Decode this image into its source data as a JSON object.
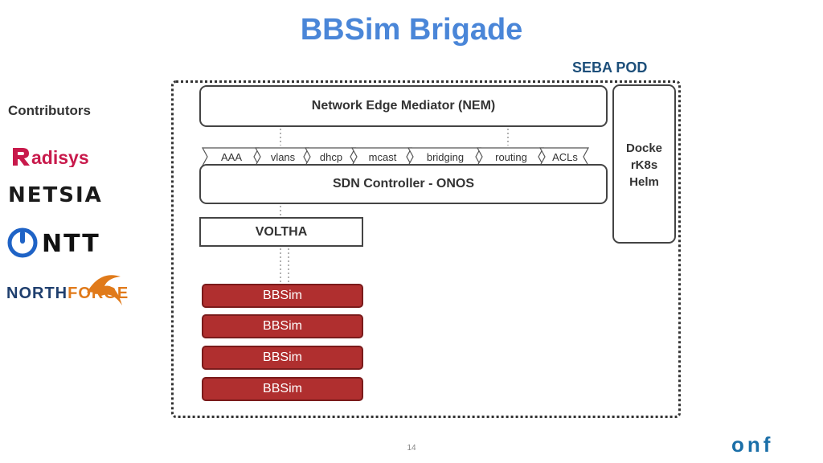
{
  "title": "BBSim Brigade",
  "pod_label": "SEBA POD",
  "contributors": {
    "heading": "Contributors",
    "radisys": "Radisys",
    "netsia": "NETSIA",
    "ntt": "NTT",
    "northforge_a": "NORTH",
    "northforge_b": "FORGE"
  },
  "nem": "Network Edge Mediator (NEM)",
  "onos": "SDN Controller - ONOS",
  "apps": [
    "AAA",
    "vlans",
    "dhcp",
    "mcast",
    "bridging",
    "routing",
    "ACLs"
  ],
  "side_box": [
    "Docke",
    "rK8s",
    "Helm"
  ],
  "voltha": "VOLTHA",
  "bbsims": [
    "BBSim",
    "BBSim",
    "BBSim",
    "BBSim"
  ],
  "page_number": "14",
  "onf_logo": "onf",
  "colors": {
    "title": "#4a86d8",
    "pod_label": "#1d4f7a",
    "bbsim_fill": "#b02f2f",
    "radisys": "#c8194b",
    "ntt_blue": "#1f63c6",
    "northforge_orange": "#e07a1a",
    "onf_blue": "#1b6fa8"
  }
}
